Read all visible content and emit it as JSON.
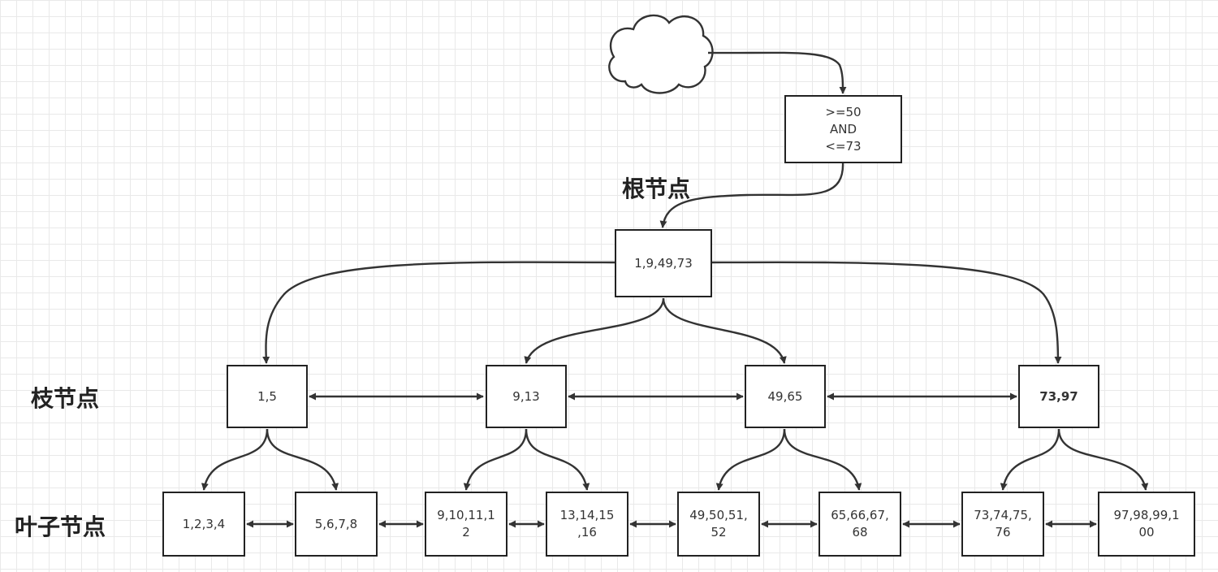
{
  "labels": {
    "root": "根节点",
    "branch": "枝节点",
    "leaf": "叶子节点"
  },
  "query": {
    "condition": ">=50\nAND\n<=73"
  },
  "root_node": {
    "keys": "1,9,49,73"
  },
  "branch_nodes": [
    {
      "keys": "1,5"
    },
    {
      "keys": "9,13"
    },
    {
      "keys": "49,65"
    },
    {
      "keys": "73,97"
    }
  ],
  "leaf_nodes": [
    {
      "keys": "1,2,3,4"
    },
    {
      "keys": "5,6,7,8"
    },
    {
      "keys": "9,10,11,1\n2"
    },
    {
      "keys": "13,14,15\n,16"
    },
    {
      "keys": "49,50,51,\n52"
    },
    {
      "keys": "65,66,67,\n68"
    },
    {
      "keys": "73,74,75,\n76"
    },
    {
      "keys": "97,98,99,1\n00"
    }
  ]
}
